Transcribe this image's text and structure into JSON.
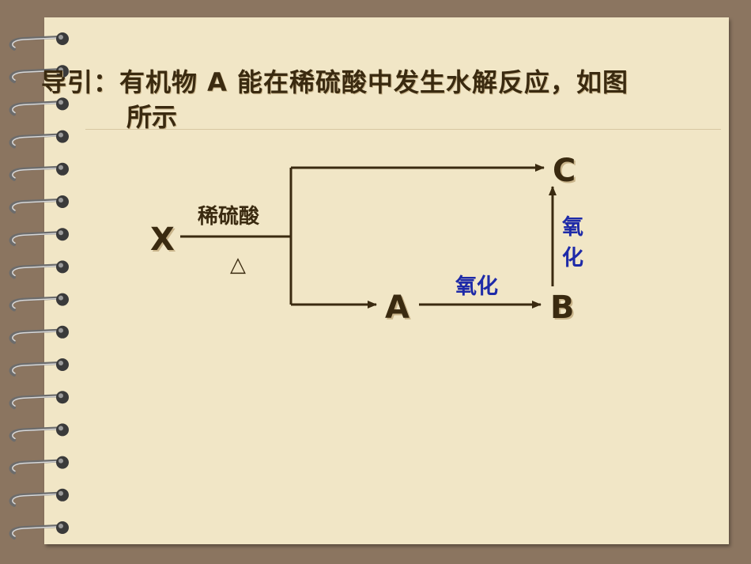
{
  "title": {
    "line1": "导引：有机物 A 能在稀硫酸中发生水解反应，如图",
    "line2": "所示"
  },
  "diagram": {
    "nodes": {
      "x": "X",
      "a": "A",
      "b": "B",
      "c": "C"
    },
    "reagent": "稀硫酸",
    "heat_symbol": "△",
    "oxidation_ab": "氧化",
    "oxidation_bc_top": "氧",
    "oxidation_bc_bottom": "化"
  },
  "colors": {
    "background": "#8b7560",
    "slide": "#f1e6c6",
    "text": "#3a2a10",
    "accent": "#1e2aa8"
  }
}
